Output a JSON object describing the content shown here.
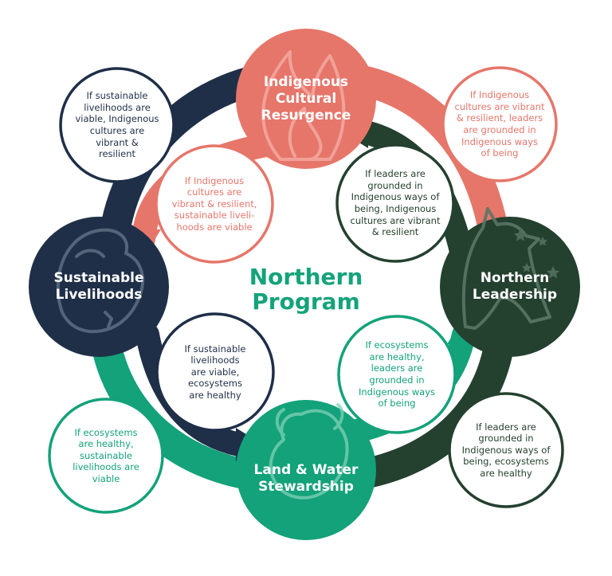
{
  "colors": {
    "coral": "#e6766a",
    "navy": "#1f2f48",
    "forest": "#24402f",
    "teal": "#13a27a",
    "white": "#ffffff"
  },
  "center": {
    "lines": [
      "Northern",
      "Program"
    ]
  },
  "hubs": {
    "cultural": {
      "lines": [
        "Indigenous",
        "Cultural",
        "Resurgence"
      ],
      "icon": "flame-icon"
    },
    "livelihoods": {
      "lines": [
        "Sustainable",
        "Livelihoods"
      ],
      "icon": "animal-head-icon"
    },
    "leadership": {
      "lines": [
        "Northern",
        "Leadership"
      ],
      "icon": "howling-wolf-icon"
    },
    "stewardship": {
      "lines": [
        "Land & Water",
        "Stewardship"
      ],
      "icon": "bison-icon"
    }
  },
  "statements": [
    {
      "lines": [
        "If sustainable",
        "livelihoods are",
        "viable, Indigenous",
        "cultures are",
        "vibrant &",
        "resilient"
      ]
    },
    {
      "lines": [
        "If Indigenous",
        "cultures are vibrant",
        "& resilient, leaders",
        "are grounded in",
        "Indigenous ways",
        "of being"
      ]
    },
    {
      "lines": [
        "If Indigenous",
        "cultures are",
        "vibrant & resilient,",
        "sustainable liveli-",
        "hoods are viable"
      ]
    },
    {
      "lines": [
        "If leaders are",
        "grounded in",
        "Indigenous ways of",
        "being, Indigenous",
        "cultures are vibrant",
        "& resilient"
      ]
    },
    {
      "lines": [
        "If sustainable",
        "livelihoods",
        "are viable,",
        "ecosystems",
        "are healthy"
      ]
    },
    {
      "lines": [
        "If ecosystems",
        "are healthy,",
        "leaders are",
        "grounded in",
        "Indigenous ways",
        "of being"
      ]
    },
    {
      "lines": [
        "If ecosystems",
        "are healthy,",
        "sustainable",
        "livelihoods are",
        "viable"
      ]
    },
    {
      "lines": [
        "If leaders are",
        "grounded in",
        "Indigenous ways of",
        "being, ecosystems",
        "are healthy"
      ]
    }
  ]
}
